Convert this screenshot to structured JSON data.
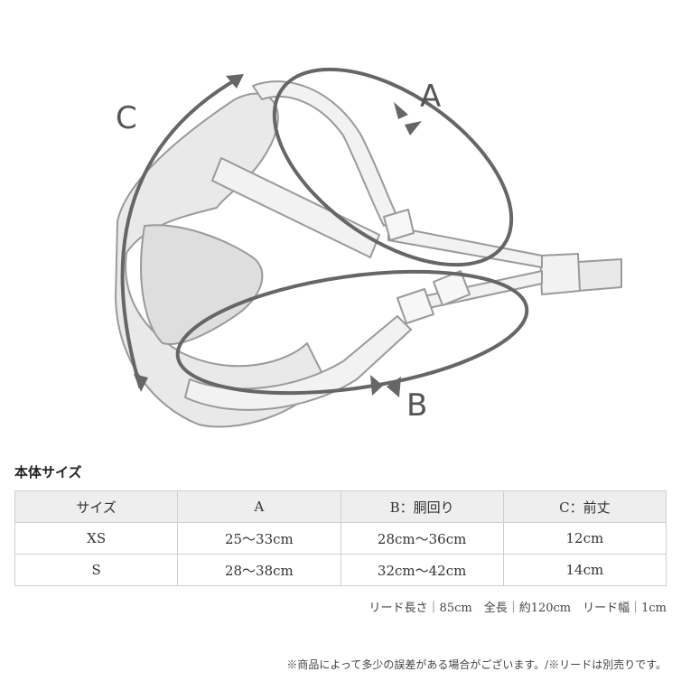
{
  "illustration": {
    "label_a": "A",
    "label_b": "B",
    "label_c": "C",
    "colors": {
      "outline": "#9a9a9a",
      "fill": "#e9e9e9",
      "measure": "#666666"
    }
  },
  "size_section": {
    "heading": "本体サイズ",
    "headers": [
      "サイズ",
      "A",
      "B：胴回り",
      "C：前丈"
    ],
    "rows": [
      [
        "XS",
        "25～33cm",
        "28cm～36cm",
        "12cm"
      ],
      [
        "S",
        "28～38cm",
        "32cm～42cm",
        "14cm"
      ]
    ]
  },
  "specs": "リード長さ｜85cm　全長｜約120cm　リード幅｜1cm",
  "note": "※商品によって多少の誤差がある場合がございます。/※リードは別売りです。"
}
